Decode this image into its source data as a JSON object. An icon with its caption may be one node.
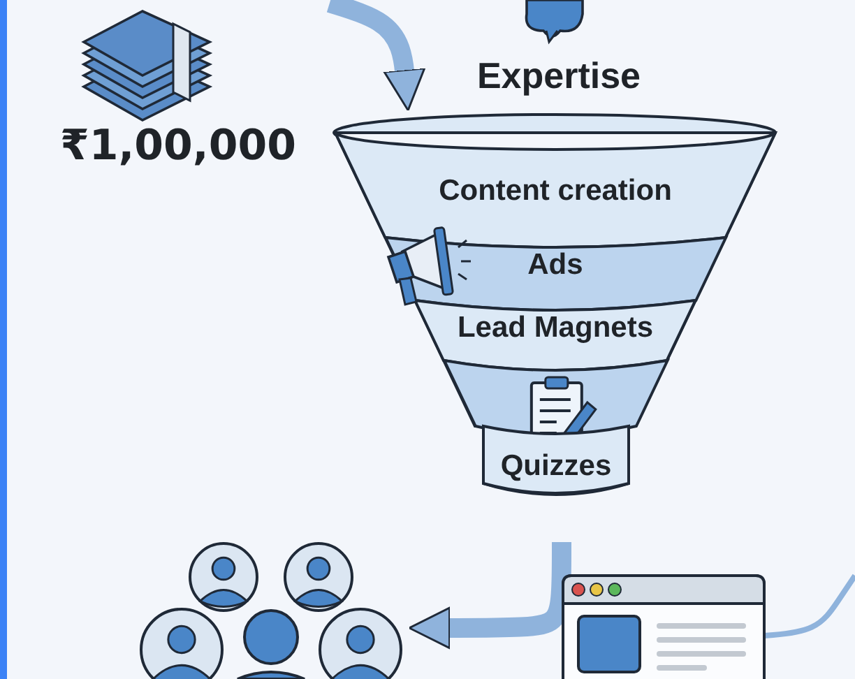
{
  "diagram": {
    "nodes": [
      {
        "text": [
          "₹1,00,000"
        ]
      },
      {
        "text": [
          "Expertise"
        ]
      },
      {
        "text": [],
        "shape": "funnel"
      },
      {
        "text": [
          "Content creation"
        ],
        "in": 2
      },
      {
        "text": [
          "Ads"
        ],
        "in": 2
      },
      {
        "text": [
          "Lead Magnets"
        ],
        "in": 2
      },
      {
        "text": [],
        "shape": "band",
        "in": 2
      },
      {
        "text": [
          "Quizzes"
        ],
        "in": 2
      },
      {
        "text": [],
        "shape": "person"
      },
      {
        "text": [],
        "shape": "picture"
      }
    ],
    "edges": [
      {
        "from": null,
        "to": 2,
        "arrow": "to"
      },
      {
        "from": null,
        "to": 8,
        "arrow": "to"
      },
      {
        "from": 9,
        "to": null,
        "arrow": "none"
      }
    ]
  }
}
